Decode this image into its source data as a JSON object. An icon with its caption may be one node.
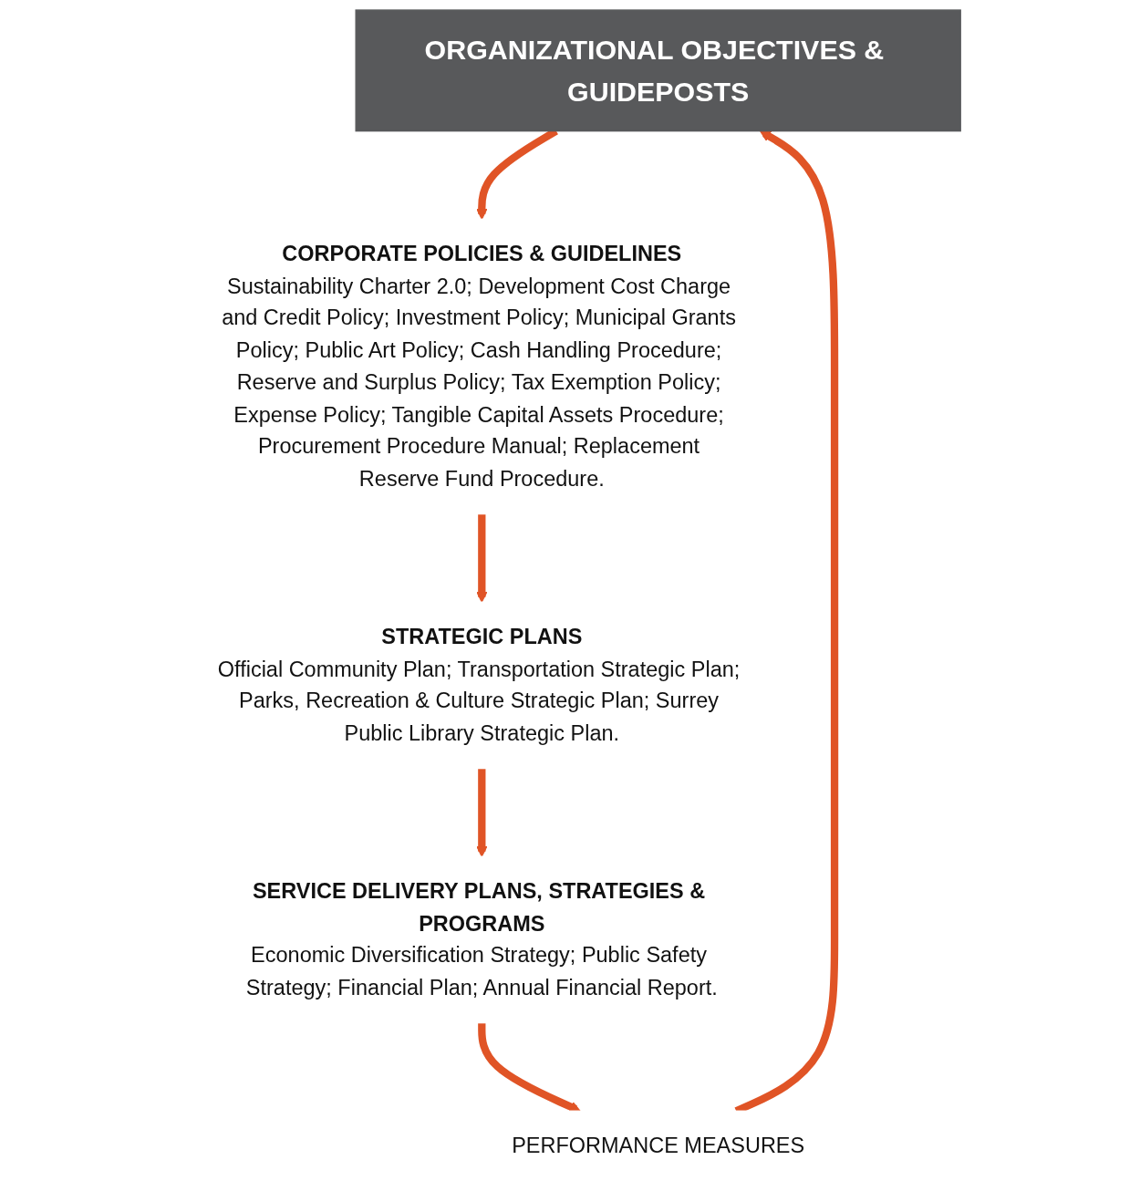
{
  "diagram": {
    "nodes": [
      {
        "text": [
          "ORGANIZATIONAL OBJECTIVES & GUIDEPOSTS"
        ]
      },
      {
        "text": [
          "CORPORATE POLICIES & GUIDELINES",
          "Sustainability Charter 2.0; Development Cost Charge and Credit Policy; Investment Policy; Municipal Grants Policy; Public Art Policy; Cash Handling Procedure; Reserve and Surplus Policy; Tax Exemption Policy; Expense Policy; Tangible Capital Assets Procedure; Procurement Procedure Manual; Replacement Reserve Fund Procedure."
        ]
      },
      {
        "text": [
          "STRATEGIC PLANS",
          "Official Community Plan; Transportation Strategic Plan; Parks, Recreation & Culture Strategic Plan; Surrey Public Library Strategic Plan."
        ]
      },
      {
        "text": [
          "SERVICE DELIVERY PLANS, STRATEGIES & PROGRAMS",
          "Economic Diversification Strategy; Public Safety Strategy; Financial Plan; Annual Financial Report."
        ]
      },
      {
        "text": [
          "PERFORMANCE MEASURES"
        ]
      }
    ],
    "edges": [
      {
        "from": 0,
        "to": 1,
        "arrow": "to"
      },
      {
        "from": 1,
        "to": 2,
        "arrow": "to"
      },
      {
        "from": 2,
        "to": 3,
        "arrow": "to"
      },
      {
        "from": 3,
        "to": 4,
        "arrow": "to"
      },
      {
        "from": 4,
        "to": 0,
        "arrow": "to"
      }
    ]
  }
}
